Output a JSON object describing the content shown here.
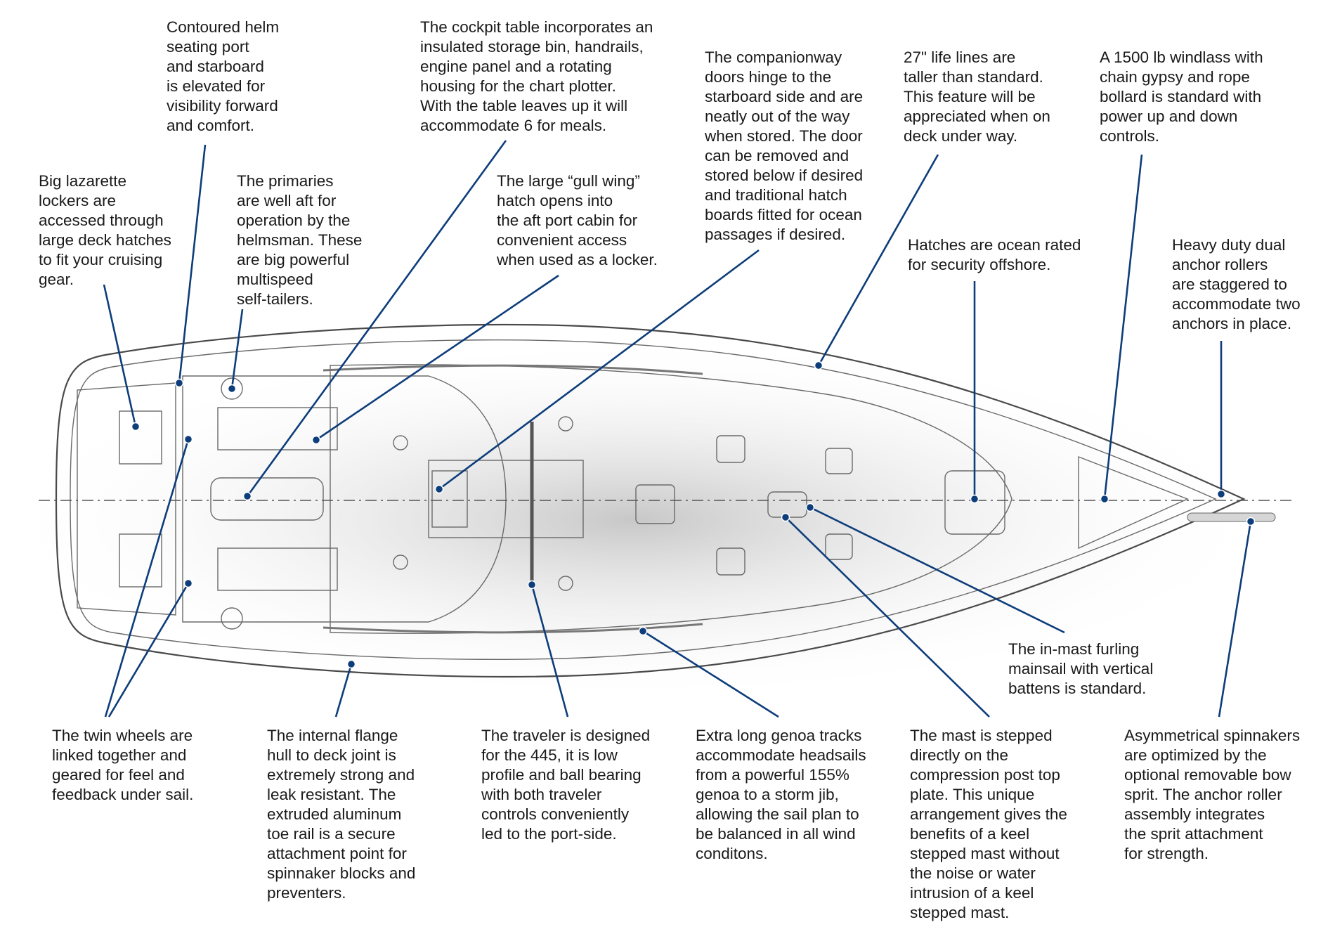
{
  "callouts": {
    "helm_seating": "Contoured helm\nseating port\nand starboard\nis elevated for\nvisibility forward\nand comfort.",
    "cockpit_table": "The cockpit table incorporates an\ninsulated storage bin, handrails,\nengine panel and a rotating\nhousing for the chart plotter.\nWith the table leaves up it will\naccommodate 6 for meals.",
    "companionway": "The companionway\ndoors hinge to the\nstarboard side and are\nneatly out of the way\nwhen stored. The door\ncan be removed and\nstored below if desired\nand traditional hatch\nboards fitted for ocean\npassages if desired.",
    "life_lines": "27\" life lines are\ntaller than standard.\nThis feature will be\nappreciated when on\ndeck under way.",
    "windlass": "A 1500 lb windlass with\nchain gypsy and rope\nbollard is standard with\npower up and down\ncontrols.",
    "lazarette": "Big lazarette\nlockers are\naccessed through\nlarge deck hatches\nto fit your cruising\ngear.",
    "primaries": "The primaries\nare well aft for\noperation by the\nhelmsman. These\nare big powerful\nmultispeed\nself-tailers.",
    "gull_wing": "The large  “gull wing”\nhatch opens into\nthe aft port cabin for\nconvenient access\nwhen used as a locker.",
    "hatches": "Hatches are ocean rated\nfor security offshore.",
    "anchor_rollers": "Heavy duty dual\nanchor rollers\nare staggered to\naccommodate two\nanchors in place.",
    "in_mast_furling": "The in-mast furling\nmainsail with vertical\nbattens is standard.",
    "twin_wheels": "The twin wheels are\nlinked together and\ngeared for feel and\nfeedback under sail.",
    "hull_deck_joint": "The internal flange\nhull to deck joint is\nextremely strong and\nleak resistant. The\nextruded aluminum\ntoe rail is a secure\nattachment point for\nspinnaker blocks and\npreventers.",
    "traveler": "The traveler is designed\nfor the 445, it is low\nprofile and ball bearing\nwith both traveler\ncontrols conveniently\nled to the port-side.",
    "genoa_tracks": "Extra long genoa tracks\naccommodate headsails\nfrom a powerful 155%\ngenoa to a storm jib,\nallowing the sail plan to\nbe balanced in all wind\nconditons.",
    "mast_stepped": "The mast is stepped\ndirectly on the\ncompression post top\nplate. This unique\narrangement gives the\nbenefits of a keel\nstepped mast without\nthe noise or water\nintrusion of a keel\nstepped mast.",
    "spinnakers": "Asymmetrical spinnakers\nare optimized by the\noptional removable bow\nsprit. The anchor roller\nassembly integrates\nthe sprit attachment\nfor strength."
  },
  "colors": {
    "leader": "#0d3d7a",
    "text": "#1a1a1a",
    "hull_outline": "#4a4a4a",
    "background": "#ffffff"
  }
}
